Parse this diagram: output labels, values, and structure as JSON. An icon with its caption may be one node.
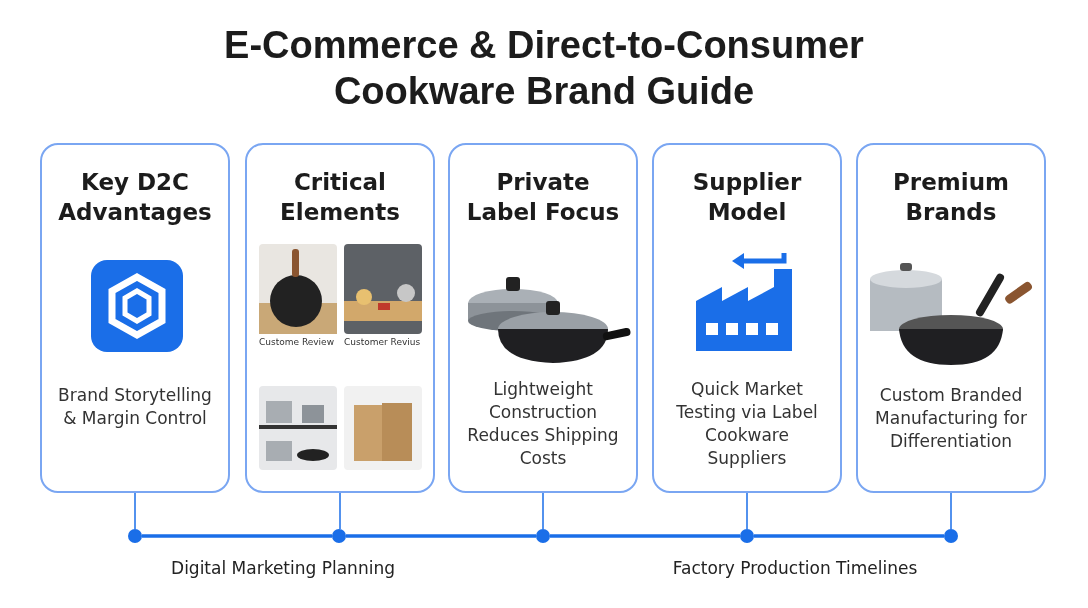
{
  "diagram": {
    "title": "E-Commerce & Direct-to-Consumer Cookware Brand Guide",
    "nodes": [
      {
        "text": [
          "Key D2C Advantages",
          "Brand Storytelling & Margin Control"
        ]
      },
      {
        "text": [
          "Critical Elements",
          "Custome Review",
          "Customer Revius"
        ]
      },
      {
        "text": [
          "Private Label Focus",
          "Lightweight Construction Reduces Shipping Costs"
        ]
      },
      {
        "text": [
          "Supplier Model",
          "Quick Market Testing via Label Cookware Suppliers"
        ]
      },
      {
        "text": [
          "Premium Brands",
          "Custom Branded Manufacturing for Differentiation"
        ]
      },
      {
        "text": [],
        "shape": "circle"
      },
      {
        "text": [],
        "shape": "circle"
      },
      {
        "text": [],
        "shape": "circle"
      },
      {
        "text": [],
        "shape": "circle"
      },
      {
        "text": [],
        "shape": "circle"
      }
    ],
    "edges": [
      {
        "from": 0,
        "to": 5,
        "arrow": "none"
      },
      {
        "from": 1,
        "to": 6,
        "arrow": "none"
      },
      {
        "from": 2,
        "to": 7,
        "arrow": "none"
      },
      {
        "from": 3,
        "to": 8,
        "arrow": "none"
      },
      {
        "from": 4,
        "to": 9,
        "arrow": "none"
      },
      {
        "from": 5,
        "to": 6,
        "arrow": "none",
        "style": "thick"
      },
      {
        "from": 6,
        "to": 7,
        "arrow": "none",
        "style": "thick"
      },
      {
        "from": 7,
        "to": 8,
        "arrow": "none",
        "style": "thick"
      },
      {
        "from": 8,
        "to": 9,
        "arrow": "none",
        "style": "thick"
      }
    ],
    "labels": [
      "Digital Marketing Planning",
      "Factory Production Timelines"
    ]
  }
}
